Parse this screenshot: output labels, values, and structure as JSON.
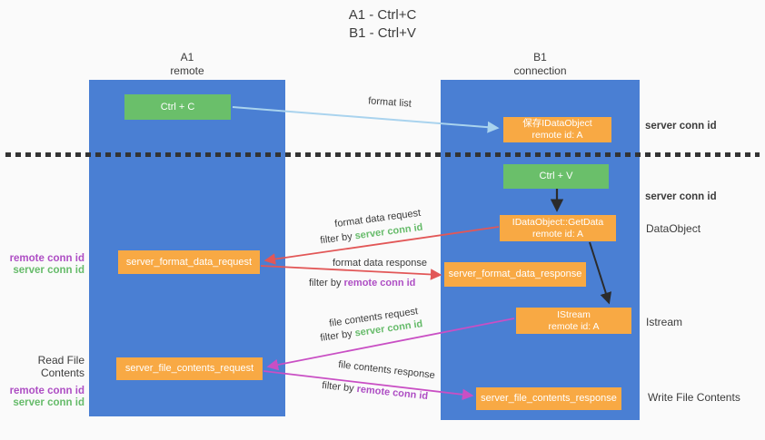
{
  "title": {
    "line1": "A1 - Ctrl+C",
    "line2": "B1 - Ctrl+V"
  },
  "lifelines": {
    "left": {
      "name": "A1",
      "subtitle": "remote"
    },
    "right": {
      "name": "B1",
      "subtitle": "connection"
    }
  },
  "nodes": {
    "ctrl_c": {
      "label": "Ctrl + C"
    },
    "ctrl_v": {
      "label": "Ctrl + V"
    },
    "save_dataobject": {
      "line1": "保存IDataObject",
      "line2": "remote id: A"
    },
    "getdata": {
      "line1": "IDataObject::GetData",
      "line2": "remote id: A"
    },
    "istream": {
      "line1": "IStream",
      "line2": "remote id: A"
    },
    "format_request": {
      "label": "server_format_data_request"
    },
    "format_response": {
      "label": "server_format_data_response"
    },
    "file_request": {
      "label": "server_file_contents_request"
    },
    "file_response": {
      "label": "server_file_contents_response"
    }
  },
  "arrows": {
    "format_list": {
      "label": "format list"
    },
    "format_data_request": {
      "label": "format data request",
      "filter_prefix": "filter by",
      "filter_key": "server conn id"
    },
    "format_data_response": {
      "label": "format data response",
      "filter_prefix": "filter by",
      "filter_key": "remote conn id"
    },
    "file_contents_request": {
      "label": "file contents request",
      "filter_prefix": "filter by",
      "filter_key": "server conn id"
    },
    "file_contents_response": {
      "label": "file contents response",
      "filter_prefix": "filter by",
      "filter_key": "remote conn id"
    }
  },
  "annotations": {
    "right": {
      "server_conn_id_1": "server conn id",
      "server_conn_id_2": "server conn id",
      "dataobject": "DataObject",
      "istream": "Istream",
      "write_file_contents": "Write File Contents"
    },
    "left": {
      "remote_conn_id_1": "remote conn id",
      "server_conn_id_1": "server conn id",
      "read_file_contents": "Read File Contents",
      "remote_conn_id_2": "remote conn id",
      "server_conn_id_2": "server conn id"
    }
  },
  "colors": {
    "lifeline_fill": "#4a7fd3",
    "green_box": "#6abf6a",
    "orange_box": "#f8a944",
    "arrow_blue": "#a9d3ee",
    "arrow_red": "#e25757",
    "arrow_magenta": "#c94fc4",
    "arrow_black": "#2b2b2b",
    "text_green": "#66bb6a",
    "text_purple": "#ae4ec4",
    "text_dark": "#3c3c3c"
  }
}
